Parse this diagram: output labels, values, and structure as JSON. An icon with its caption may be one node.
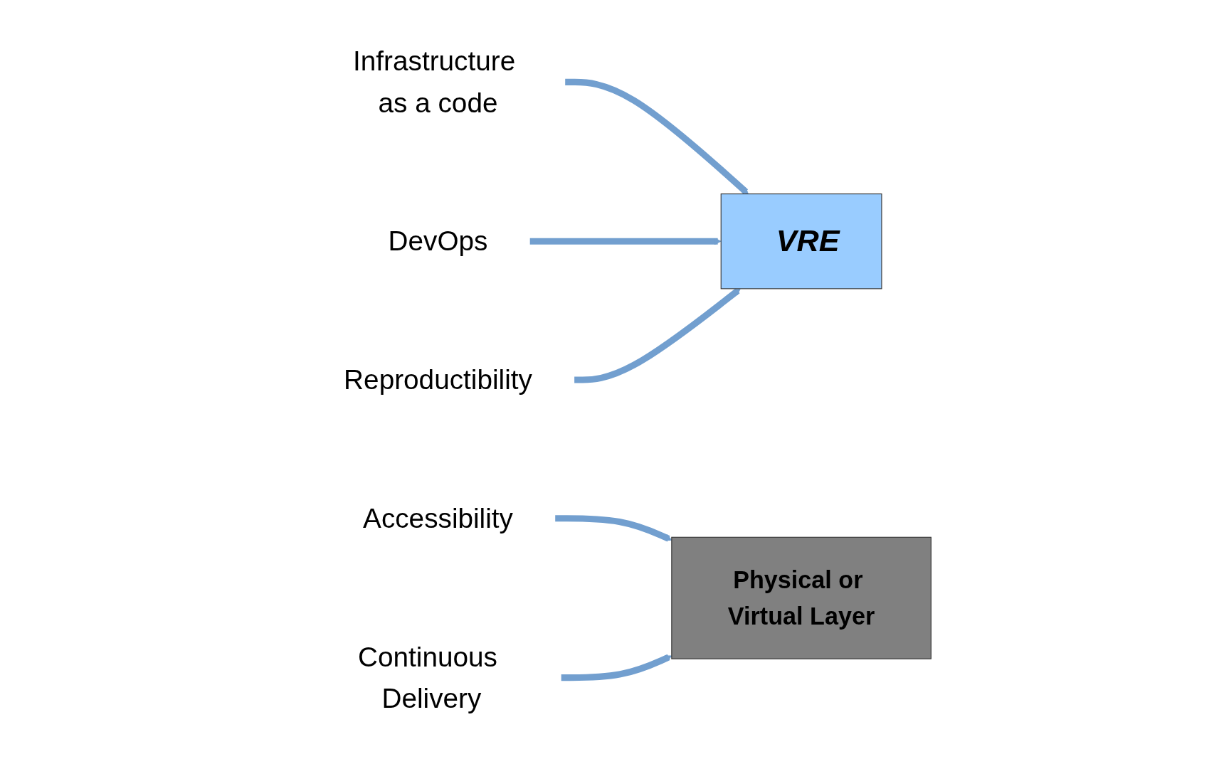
{
  "diagram": {
    "nodes": [
      {
        "text": [
          "Infrastructure as a code"
        ]
      },
      {
        "text": [
          "VRE"
        ]
      },
      {
        "text": [
          "DevOps"
        ]
      },
      {
        "text": [
          "Reproductibility"
        ]
      },
      {
        "text": [
          "Physical or Virtual Layer"
        ]
      },
      {
        "text": [
          "Accessibility"
        ]
      },
      {
        "text": [
          "Continuous Delivery"
        ]
      }
    ],
    "edges": [
      {
        "from": 0,
        "to": 1,
        "arrow": "to"
      },
      {
        "from": 2,
        "to": 1,
        "arrow": "to"
      },
      {
        "from": 3,
        "to": 1,
        "arrow": "to"
      },
      {
        "from": 5,
        "to": 4,
        "arrow": "to"
      },
      {
        "from": 6,
        "to": 4,
        "arrow": "to"
      }
    ]
  }
}
